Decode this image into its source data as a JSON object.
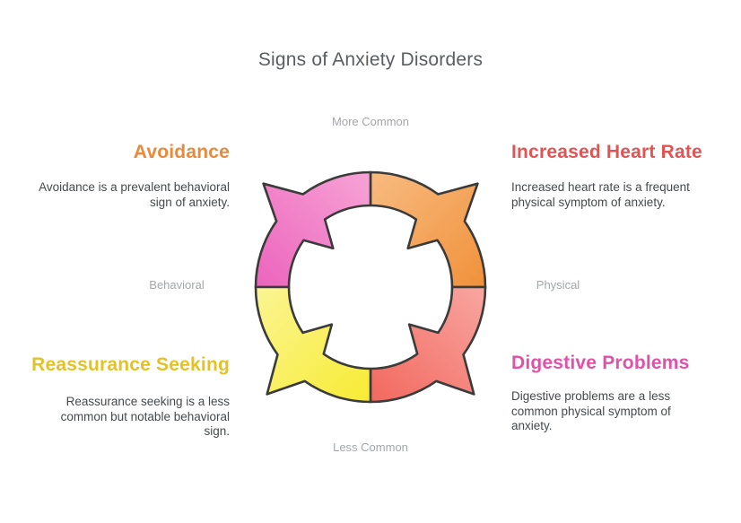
{
  "title": "Signs of Anxiety Disorders",
  "axis": {
    "top": "More Common",
    "bottom": "Less Common",
    "left": "Behavioral",
    "right": "Physical"
  },
  "items": [
    {
      "position": "top-left",
      "label": "Avoidance",
      "description": "Avoidance is a prevalent behavioral sign of anxiety.",
      "color": "#e78a3c"
    },
    {
      "position": "top-right",
      "label": "Increased Heart Rate",
      "description": "Increased heart rate is a frequent physical symptom of anxiety.",
      "color": "#e25454"
    },
    {
      "position": "bottom-left",
      "label": "Reassurance Seeking",
      "description": "Reassurance seeking is a less common but notable behavioral sign.",
      "color": "#e2c226"
    },
    {
      "position": "bottom-right",
      "label": "Digestive Problems",
      "description": "Digestive problems are a less common physical symptom of anxiety.",
      "color": "#e051a8"
    }
  ],
  "diagram": {
    "outline": "#3b3b3b",
    "segments": [
      {
        "name": "top-left",
        "light": "#f7a3d6",
        "deep": "#ec64bc"
      },
      {
        "name": "top-right",
        "light": "#f8bb80",
        "deep": "#f0913a"
      },
      {
        "name": "bottom-left",
        "light": "#fbf594",
        "deep": "#f7eb33"
      },
      {
        "name": "bottom-right",
        "light": "#f8a6a0",
        "deep": "#f2685e"
      }
    ]
  }
}
